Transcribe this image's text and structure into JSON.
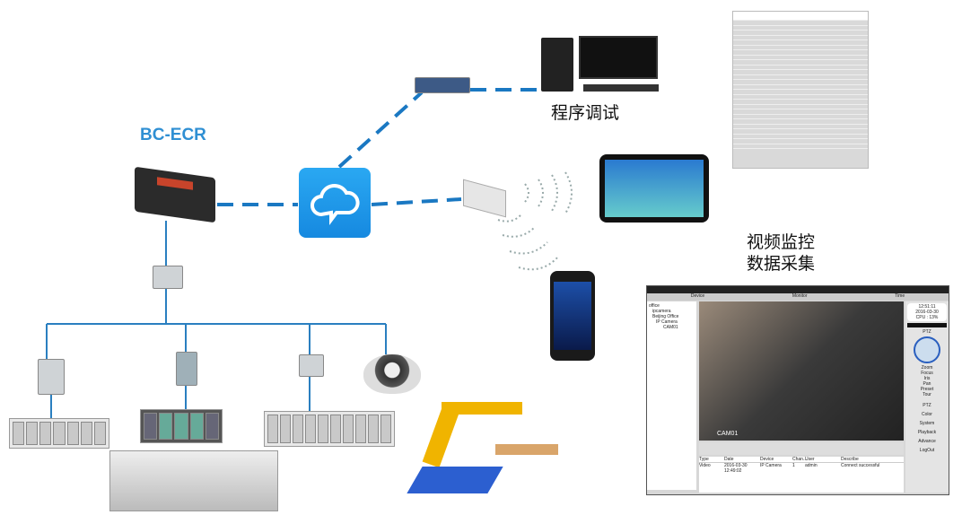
{
  "labels": {
    "controller": "BC-ECR",
    "debug": "程序调试",
    "video_line1": "视频监控",
    "video_line2": "数据采集"
  },
  "monitor_app": {
    "panels": [
      "Device",
      "Monitor",
      "Time"
    ],
    "tree": [
      "office",
      "ipcamera",
      "Beijing Office",
      "IP Camera",
      "CAM01"
    ],
    "clock": {
      "time": "12:51:11",
      "date": "2016-03-30",
      "cpu": "CPU : 13%"
    },
    "camera_label": "CAM01",
    "ptz_title": "PTZ",
    "ptz_controls": [
      "Zoom",
      "Focus",
      "Iris",
      "Pan"
    ],
    "preset_label": "Preset",
    "tour_label": "Tour",
    "menu": [
      "PTZ",
      "Color",
      "System",
      "Playback",
      "Advance",
      "LogOut"
    ],
    "log_headers": [
      "Type",
      "Date",
      "Device",
      "Chan...",
      "User",
      "Describe"
    ],
    "log_rows": [
      [
        "Video",
        "2016-03-30 12:49:02",
        "IP Camera",
        "1",
        "admin",
        "Connect successful"
      ]
    ]
  },
  "colors": {
    "accent": "#2f8fd3",
    "cloud": "#1e9be9",
    "line": "#1a78c2"
  }
}
